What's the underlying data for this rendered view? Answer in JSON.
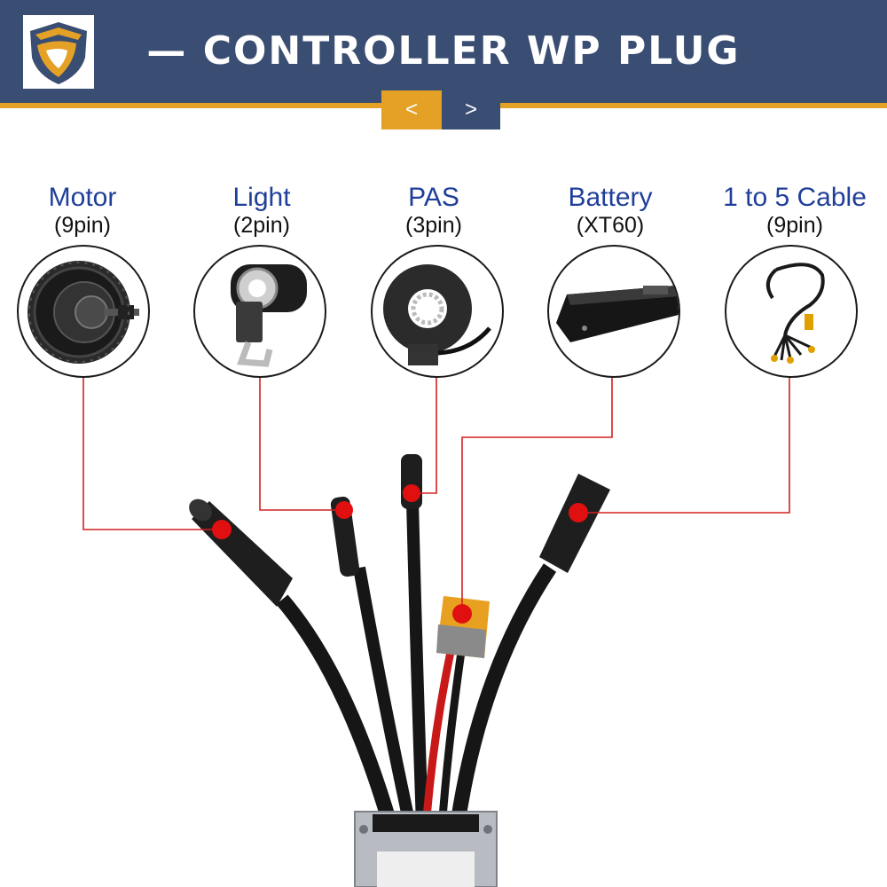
{
  "header": {
    "title": "— CONTROLLER WP PLUG —",
    "prev_label": "<",
    "next_label": ">"
  },
  "connectors": [
    {
      "name": "Motor",
      "pins": "(9pin)",
      "icon": "hub-motor-icon"
    },
    {
      "name": "Light",
      "pins": "(2pin)",
      "icon": "headlight-icon"
    },
    {
      "name": "PAS",
      "pins": "(3pin)",
      "icon": "pas-sensor-icon"
    },
    {
      "name": "Battery",
      "pins": "(XT60)",
      "icon": "battery-icon"
    },
    {
      "name": "1 to 5 Cable",
      "pins": "(9pin)",
      "icon": "split-cable-icon"
    }
  ],
  "colors": {
    "header_bg": "#3a4d72",
    "accent": "#e4a126",
    "label_blue": "#1f3f9a",
    "leader_line": "#d42020",
    "marker": "#e01010"
  }
}
